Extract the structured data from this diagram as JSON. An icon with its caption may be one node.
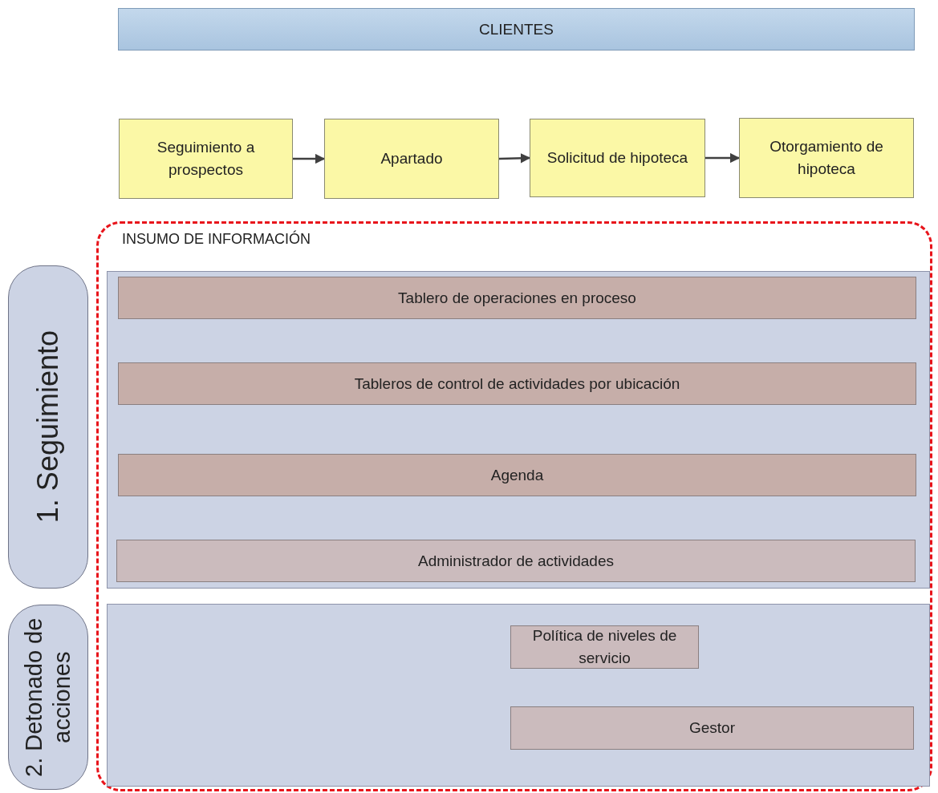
{
  "diagram": {
    "nodes": [
      {
        "text": [
          "CLIENTES"
        ]
      },
      {
        "text": [
          "Seguimiento a prospectos"
        ]
      },
      {
        "text": [
          "Apartado"
        ]
      },
      {
        "text": [
          "Solicitud de hipoteca"
        ]
      },
      {
        "text": [
          "Otorgamiento de hipoteca"
        ]
      },
      {
        "text": [
          "INSUMO DE INFORMACIÓN"
        ]
      },
      {
        "text": [],
        "shape": "box",
        "in": 5
      },
      {
        "text": [
          "Tablero de operaciones en proceso"
        ],
        "in": 6
      },
      {
        "text": [
          "Tableros de control de actividades por ubicación"
        ],
        "in": 6
      },
      {
        "text": [
          "Agenda"
        ],
        "in": 6
      },
      {
        "text": [
          "Administrador de actividades"
        ],
        "in": 6
      },
      {
        "text": [],
        "shape": "box",
        "in": 5
      },
      {
        "text": [
          "Política de niveles de servicio"
        ],
        "in": 11
      },
      {
        "text": [
          "Gestor"
        ],
        "in": 11
      },
      {
        "text": [
          "1. Seguimiento"
        ]
      },
      {
        "text": [
          "2. Detonado de acciones"
        ]
      }
    ],
    "edges": [
      {
        "from": 1,
        "to": 2,
        "arrow": "to"
      },
      {
        "from": 2,
        "to": 3,
        "arrow": "to"
      },
      {
        "from": 3,
        "to": 4,
        "arrow": "to"
      }
    ]
  }
}
